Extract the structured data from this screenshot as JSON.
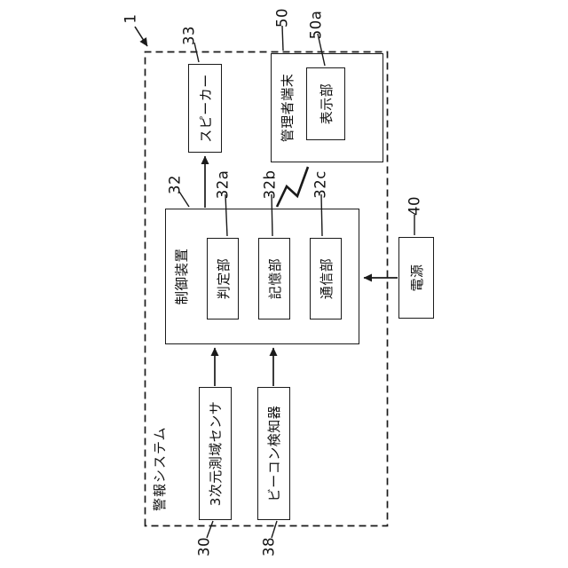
{
  "figure": {
    "refs": {
      "fig": "1",
      "speaker": "33",
      "terminal": "50",
      "display": "50a",
      "controller": "32",
      "judgement": "32a",
      "memory": "32b",
      "comm": "32c",
      "power": "40",
      "sensor": "30",
      "beacon": "38"
    },
    "blocks": {
      "system": "警報システム",
      "speaker": "スピーカー",
      "terminal": "管理者端末",
      "display": "表示部",
      "controller": "制御装置",
      "judgement": "判定部",
      "memory": "記憶部",
      "comm": "通信部",
      "power": "電源",
      "sensor": "3次元測域センサ",
      "beacon": "ビーコン検知器"
    },
    "colors": {
      "line": "#1a1a1a",
      "background": "#ffffff"
    }
  }
}
